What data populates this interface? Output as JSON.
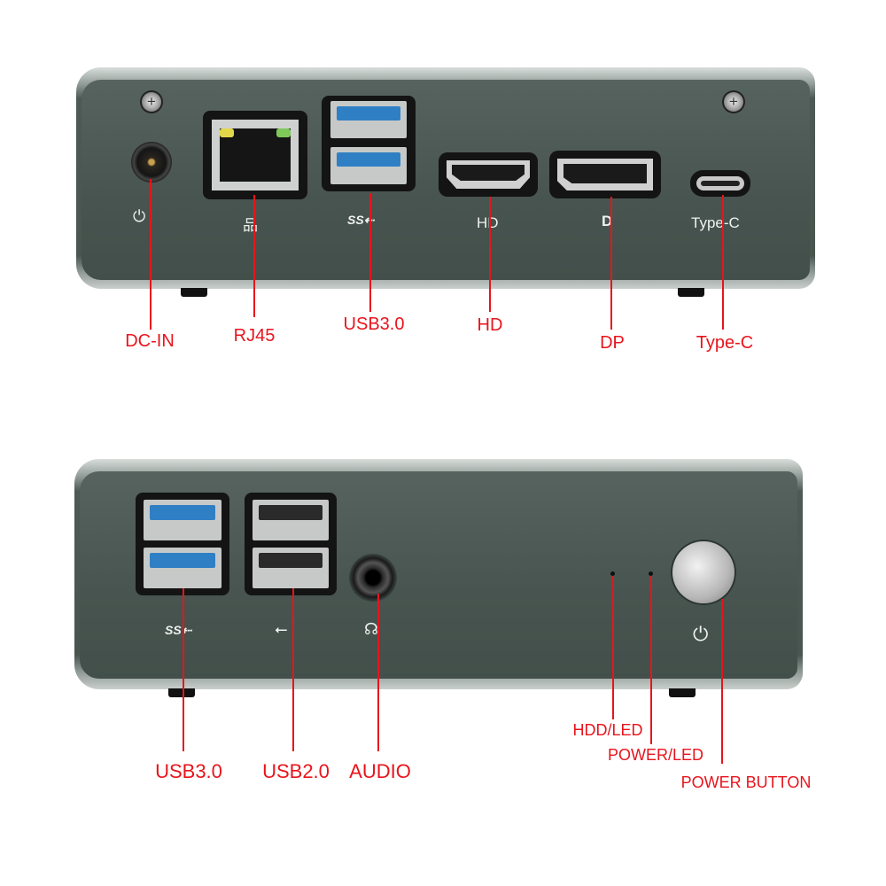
{
  "colors": {
    "callout": "#e8141c",
    "chassis": "#4a5651",
    "usb3": "#2f7fc4"
  },
  "rear_panel": {
    "port_markings": {
      "hd": "HD",
      "type_c": "Type-C"
    },
    "callouts": [
      {
        "id": "dc-in",
        "label": "DC-IN"
      },
      {
        "id": "rj45",
        "label": "RJ45"
      },
      {
        "id": "usb3",
        "label": "USB3.0"
      },
      {
        "id": "hd",
        "label": "HD"
      },
      {
        "id": "dp",
        "label": "DP"
      },
      {
        "id": "type-c",
        "label": "Type-C"
      }
    ]
  },
  "front_panel": {
    "callouts": [
      {
        "id": "usb3",
        "label": "USB3.0"
      },
      {
        "id": "usb2",
        "label": "USB2.0"
      },
      {
        "id": "audio",
        "label": "AUDIO"
      },
      {
        "id": "hdd-led",
        "label": "HDD/LED"
      },
      {
        "id": "power-led",
        "label": "POWER/LED"
      },
      {
        "id": "power-button",
        "label": "POWER BUTTON"
      }
    ]
  }
}
